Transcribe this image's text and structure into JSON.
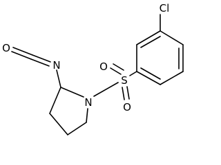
{
  "molecule": {
    "atoms": {
      "chlorine": "Cl",
      "sulfur": "S",
      "nitrogen_ring": "N",
      "nitrogen_isocyanate": "N",
      "oxygen_isocyanate": "O",
      "oxygen_sulfonyl_upper": "O",
      "oxygen_sulfonyl_lower": "O"
    }
  }
}
